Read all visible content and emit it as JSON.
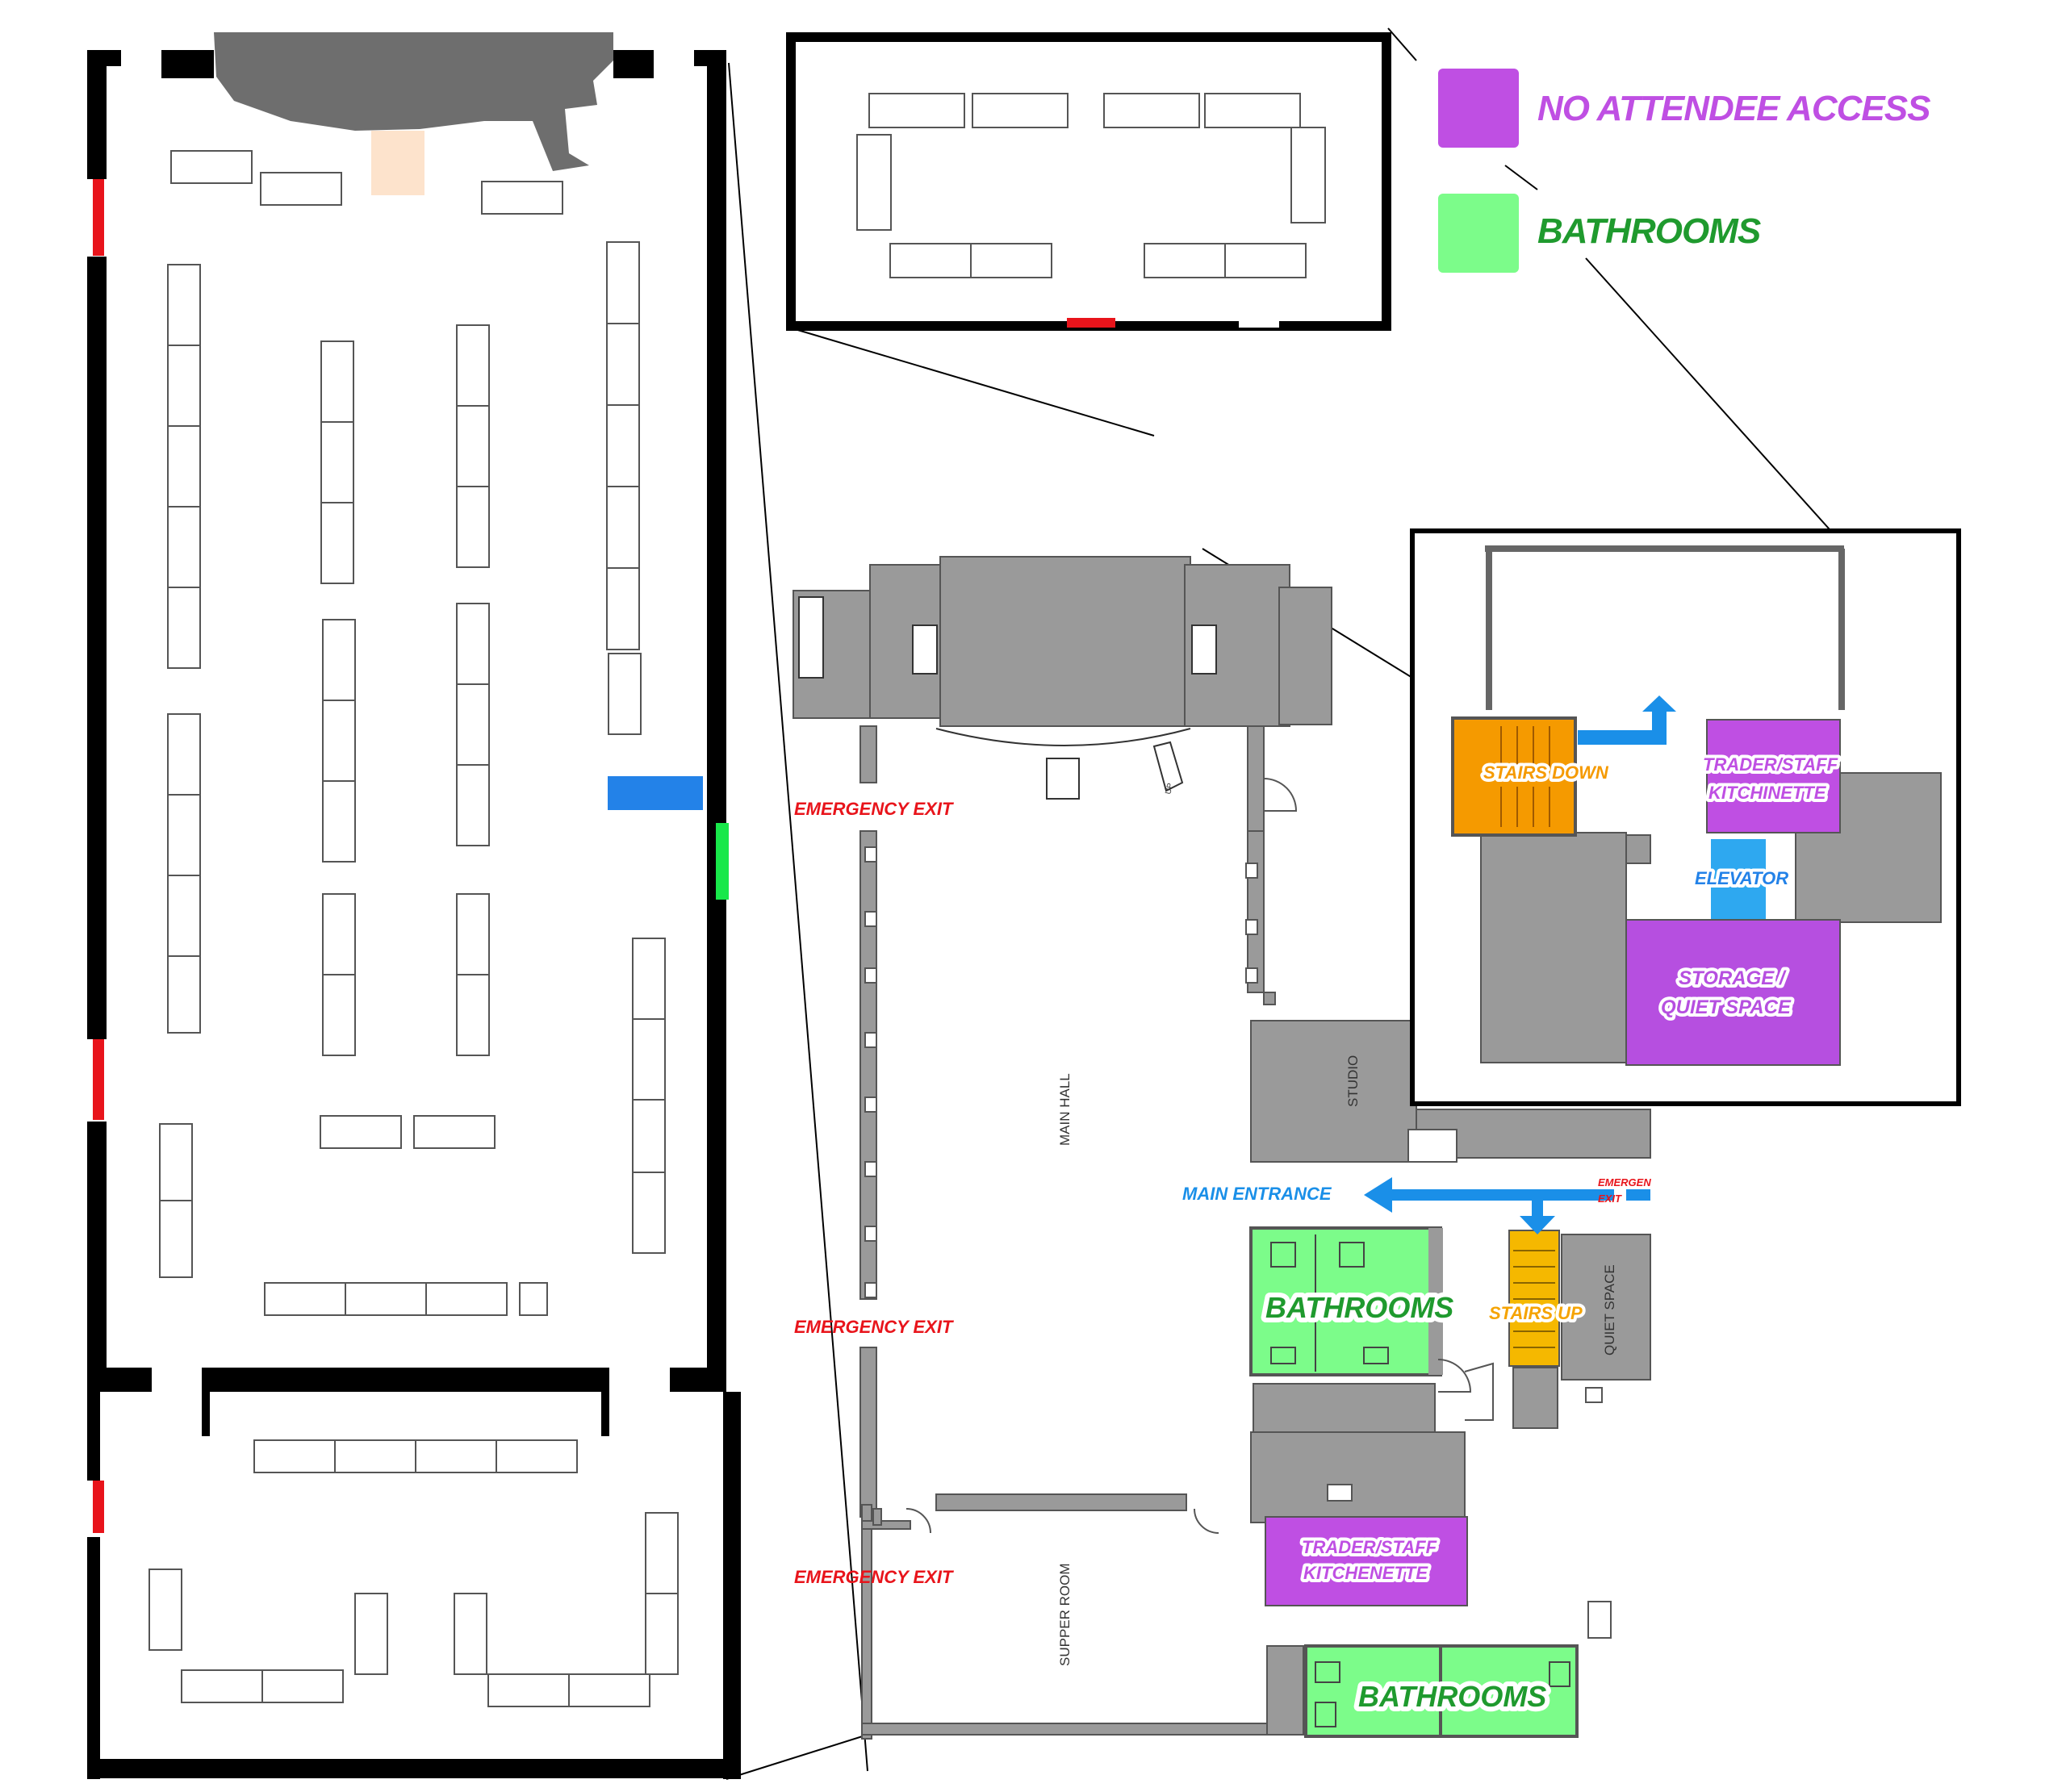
{
  "legend": {
    "no_access": {
      "label": "NO ATTENDEE ACCESS",
      "color": "#bf4fe3"
    },
    "bathrooms": {
      "label": "BATHROOMS",
      "color": "#7cfc8a"
    }
  },
  "rooms": {
    "main_hall": "MAIN HALL",
    "supper_room": "SUPPER ROOM",
    "studio": "STUDIO",
    "quiet_space": "QUIET SPACE",
    "up_label": "UP"
  },
  "labels": {
    "emergency_exit": "EMERGENCY EXIT",
    "emergency_exit_top": "EMERGENCY EXIT",
    "emergency_exit_middle": "EMERGENCY EXIT",
    "emergency_exit_bottom": "EMERGENCY EXIT",
    "emergency_exit_split_1": "EMERGEN",
    "emergency_exit_split_2": "EXIT",
    "main_entrance": "MAIN ENTRANCE",
    "bathrooms_upper": "BATHROOMS",
    "bathrooms_lower": "BATHROOMS",
    "stairs_up": "STAIRS UP",
    "kitchenette_line1": "TRADER/STAFF",
    "kitchenette_line2": "KITCHENETTE"
  },
  "inset": {
    "stairs_down": "STAIRS DOWN",
    "kitchenette_line1": "TRADER/STAFF",
    "kitchenette_line2": "KITCHINETTE",
    "elevator": "ELEVATOR",
    "storage_line1": "STORAGE /",
    "storage_line2": "QUIET SPACE"
  },
  "colors": {
    "emergency": "#e8141b",
    "entrance": "#1a8fe8",
    "stairs": "#f5a300",
    "storage": "#b64fe0",
    "elevator": "#2ea8f0",
    "room_fill": "#9a9a9a"
  },
  "icons": [
    "arrow-left-icon",
    "arrow-down-icon",
    "arrow-up-icon"
  ]
}
